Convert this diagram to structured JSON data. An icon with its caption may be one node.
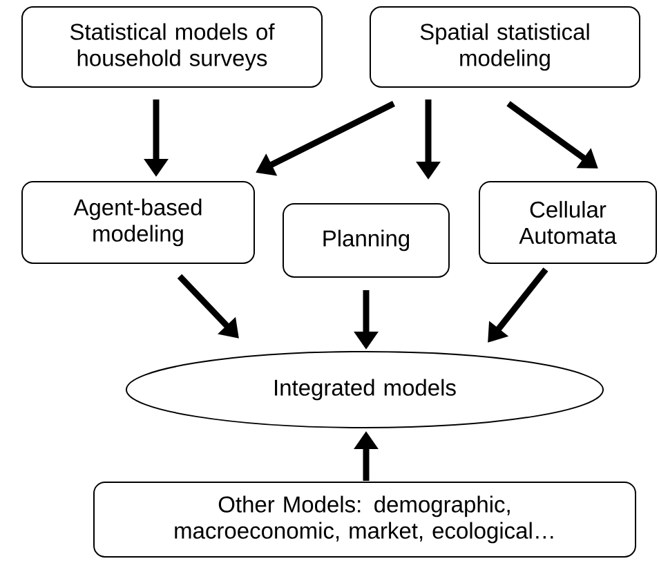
{
  "diagram": {
    "nodes": [
      {
        "text": [
          "Statistical models of household surveys"
        ]
      },
      {
        "text": [
          "Spatial statistical modeling"
        ]
      },
      {
        "text": [
          "Agent-based modeling"
        ]
      },
      {
        "text": [
          "Planning"
        ]
      },
      {
        "text": [
          "Cellular Automata"
        ]
      },
      {
        "text": [
          "Integrated models"
        ]
      },
      {
        "text": [
          "Other Models: demographic, macroeconomic, market, ecological…"
        ]
      }
    ],
    "edges": [
      {
        "from": 0,
        "to": 2,
        "arrow": "to"
      },
      {
        "from": 1,
        "to": 2,
        "arrow": "to"
      },
      {
        "from": 1,
        "to": 3,
        "arrow": "to"
      },
      {
        "from": 1,
        "to": 4,
        "arrow": "to"
      },
      {
        "from": 2,
        "to": 5,
        "arrow": "to"
      },
      {
        "from": 3,
        "to": 5,
        "arrow": "to"
      },
      {
        "from": 4,
        "to": 5,
        "arrow": "to"
      },
      {
        "from": 6,
        "to": 5,
        "arrow": "to"
      }
    ]
  }
}
